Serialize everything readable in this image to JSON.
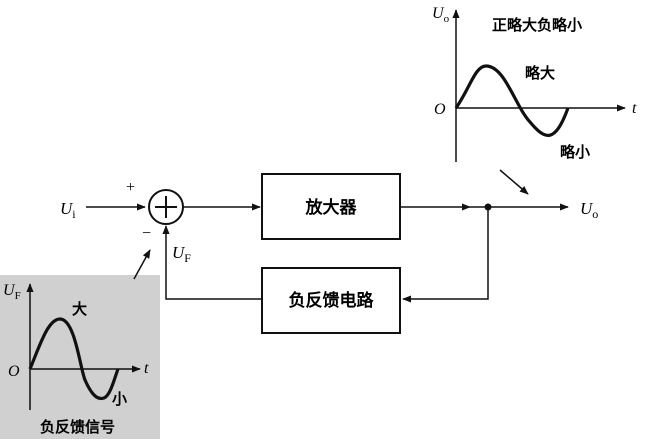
{
  "signals": {
    "input_main": "U",
    "input_sub": "i",
    "output_main": "U",
    "output_sub": "o",
    "feedback_main": "U",
    "feedback_sub": "F",
    "plus": "+",
    "minus": "−"
  },
  "blocks": {
    "amplifier": "放大器",
    "feedback_network": "负反馈电路"
  },
  "output_inset": {
    "title": "正略大负略小",
    "axis_y_main": "U",
    "axis_y_sub": "o",
    "axis_x": "t",
    "origin": "O",
    "peak_label": "略大",
    "trough_label": "略小"
  },
  "feedback_inset": {
    "axis_y_main": "U",
    "axis_y_sub": "F",
    "axis_x": "t",
    "origin": "O",
    "peak_label": "大",
    "trough_label": "小",
    "caption": "负反馈信号"
  },
  "colors": {
    "line": "#111111",
    "inset_background": "#d0d0d0",
    "page_background": "#ffffff"
  }
}
